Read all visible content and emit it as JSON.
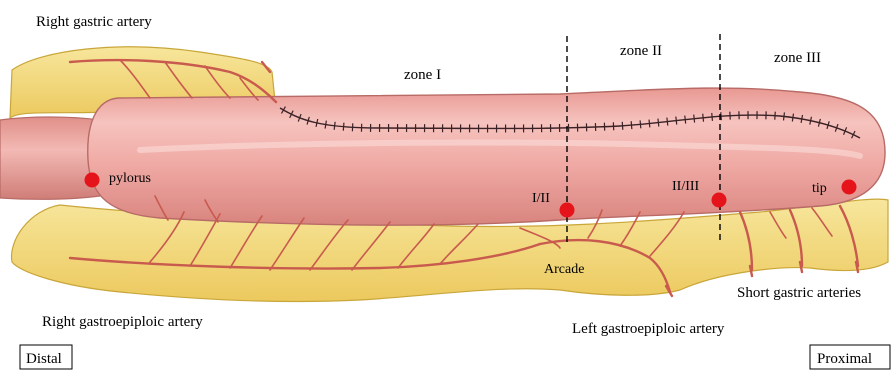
{
  "labels": {
    "right_gastric_artery": "Right gastric artery",
    "right_gastroepiploic_artery": "Right gastroepiploic artery",
    "left_gastroepiploic_artery": "Left gastroepiploic artery",
    "short_gastric_arteries": "Short gastric arteries",
    "arcade": "Arcade",
    "pylorus": "pylorus",
    "tip": "tip",
    "distal": "Distal",
    "proximal": "Proximal"
  },
  "zones": [
    "zone I",
    "zone II",
    "zone III"
  ],
  "boundaries": [
    "I/II",
    "II/III"
  ],
  "colors": {
    "stomach_fill": "#f0a9a4",
    "stomach_edge": "#b86b66",
    "omentum": "#f2da7a",
    "omentum_edge": "#c9a63a",
    "vessel": "#c85a4e",
    "marker": "#e5141a"
  }
}
